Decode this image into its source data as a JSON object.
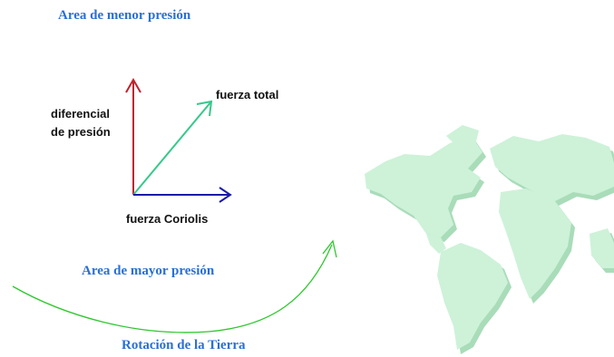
{
  "labels": {
    "low_pressure_area": "Area de menor presión",
    "high_pressure_area": "Area de mayor presión",
    "earth_rotation": "Rotación de la Tierra",
    "total_force": "fuerza total",
    "pressure_differential_line1": "diferencial",
    "pressure_differential_line2": "de presión",
    "coriolis_force": "fuerza Coriolis"
  },
  "colors": {
    "label_blue": "#2a6fd6",
    "label_black": "#111111",
    "pressure_arrow": "#c0222e",
    "total_force_arrow": "#35c98a",
    "coriolis_arrow": "#1a1aa8",
    "rotation_arrow": "#2ec72e",
    "continent_fill": "#cdf2d8",
    "continent_shadow": "#a9dcb9"
  },
  "icons": {
    "map": "world-map-icon"
  }
}
